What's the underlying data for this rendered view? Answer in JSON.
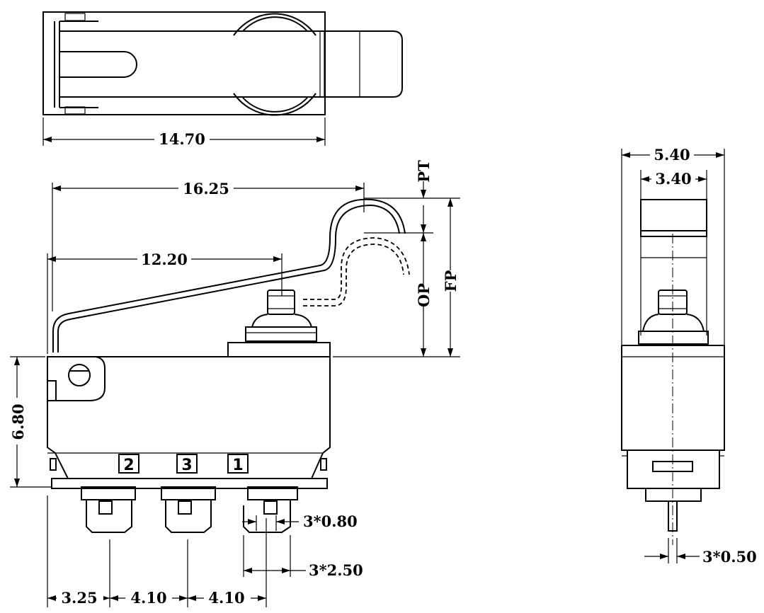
{
  "dimensions": {
    "top_width": "14.70",
    "lever_length": "16.25",
    "actuator_position": "12.20",
    "body_height": "6.80",
    "pitch_first": "3.25",
    "pitch_second": "4.10",
    "pitch_third": "4.10",
    "terminal_width": "3*0.80",
    "terminal_span": "3*2.50",
    "side_width": "5.40",
    "side_plunger_width": "3.40",
    "side_terminal_thickness": "3*0.50"
  },
  "travel_labels": {
    "pt": "PT",
    "op": "OP",
    "fp": "FP"
  },
  "terminal_numbers": [
    "2",
    "3",
    "1"
  ]
}
